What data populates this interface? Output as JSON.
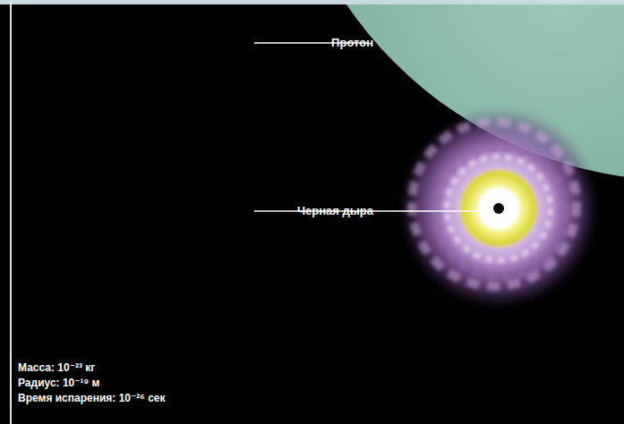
{
  "diagram": {
    "labels": [
      "Протон",
      "Черная дыра",
      "Масса: 10⁻²³ кг",
      "Радиус: 10⁻¹⁹ м",
      "Время испарения: 10⁻²⁶ сек"
    ]
  }
}
